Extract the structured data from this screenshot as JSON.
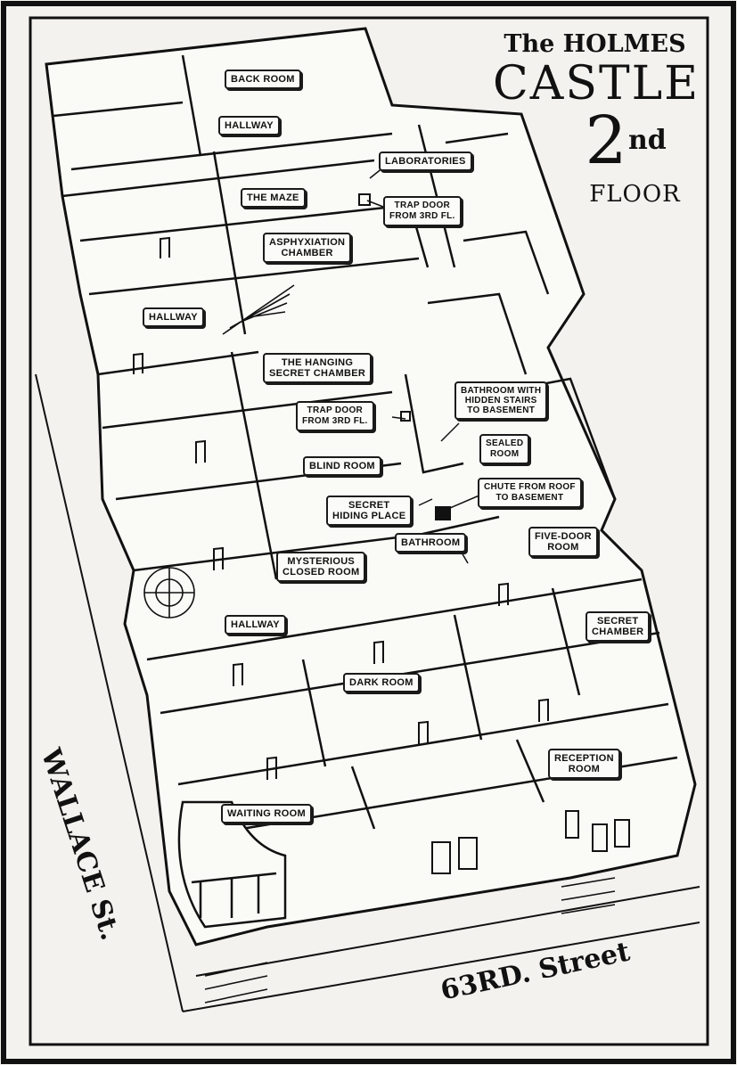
{
  "title": {
    "line1": "The HOLMES",
    "line2": "CASTLE",
    "floor_number": "2",
    "floor_suffix": "nd",
    "floor_word": "FLOOR"
  },
  "streets": {
    "side": "WALLACE St.",
    "front": "63RD. Street"
  },
  "rooms": {
    "back_room": "BACK ROOM",
    "hallway_top": "HALLWAY",
    "laboratories": "LABORATORIES",
    "the_maze": "THE MAZE",
    "trap_door_1": "TRAP DOOR\nFROM 3RD FL.",
    "asphyxiation": "ASPHYXIATION\nCHAMBER",
    "hallway_mid": "HALLWAY",
    "hanging": "THE HANGING\nSECRET CHAMBER",
    "bathroom_stairs": "BATHROOM WITH\nHIDDEN STAIRS\nTO BASEMENT",
    "trap_door_2": "TRAP DOOR\nFROM 3RD FL.",
    "sealed_room": "SEALED\nROOM",
    "blind_room": "BLIND ROOM",
    "secret_hiding": "SECRET\nHIDING PLACE",
    "chute": "CHUTE FROM ROOF\nTO BASEMENT",
    "bathroom": "BATHROOM",
    "five_door": "FIVE-DOOR\nROOM",
    "mysterious": "MYSTERIOUS\nCLOSED ROOM",
    "hallway_low": "HALLWAY",
    "secret_chamber": "SECRET\nCHAMBER",
    "dark_room": "DARK ROOM",
    "reception": "RECEPTION\nROOM",
    "waiting_room": "WAITING ROOM"
  }
}
